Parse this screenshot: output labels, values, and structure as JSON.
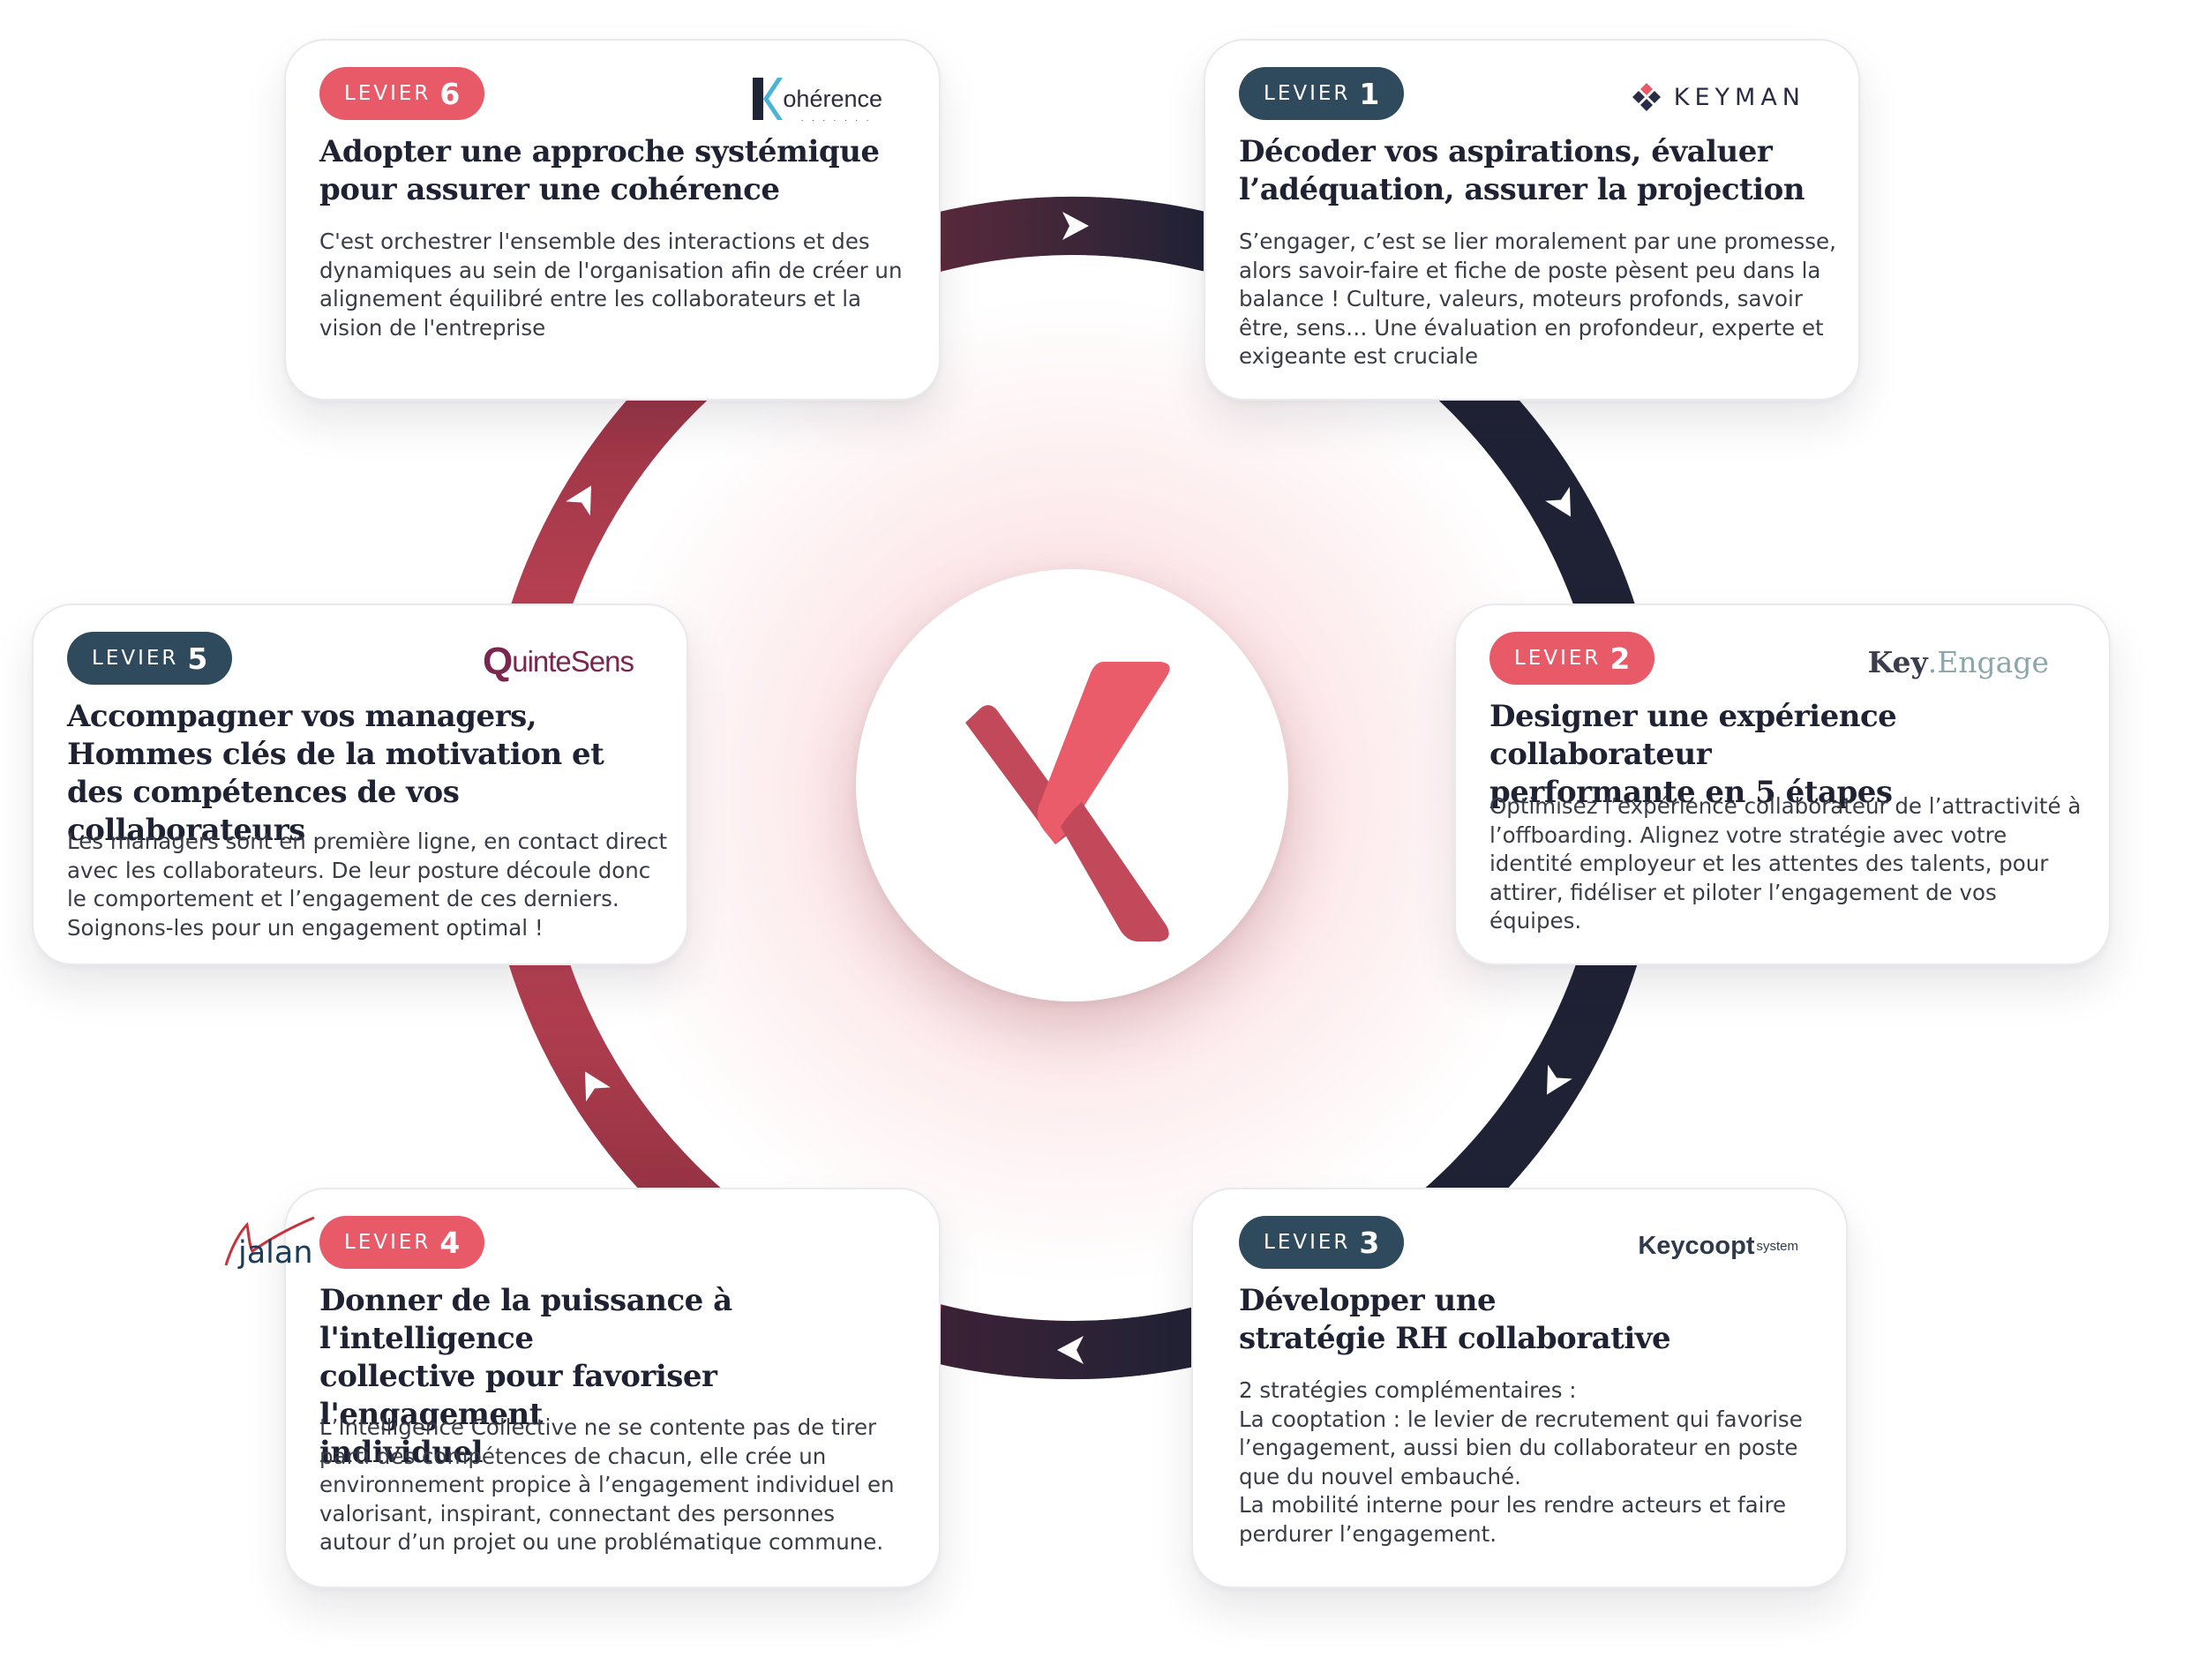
{
  "colors": {
    "accent_red": "#e85a68",
    "navy": "#2e4a5c",
    "ring_dark": "#1f2235",
    "ring_red": "#c43b4d"
  },
  "center_logo": "keyman-k-monogram",
  "levers": [
    {
      "id": "levier-1",
      "badge_label": "LEVIER",
      "badge_number": "1",
      "badge_color": "navy",
      "logo_text": "KEYMAN",
      "title": "Décoder vos aspirations, évaluer\nl’adéquation, assurer la projection",
      "description": "S’engager, c’est se lier moralement par une promesse,\nalors savoir-faire et fiche de poste pèsent peu dans la\nbalance ! Culture, valeurs, moteurs profonds, savoir\nêtre, sens… Une évaluation en profondeur, experte et\nexigeante est cruciale"
    },
    {
      "id": "levier-2",
      "badge_label": "LEVIER",
      "badge_number": "2",
      "badge_color": "red",
      "logo_text_1": "Key",
      "logo_text_2": ".Engage",
      "title": "Designer une expérience collaborateur\nperformante en 5 étapes",
      "description": "Optimisez l’expérience collaborateur de l’attractivité à\nl’offboarding. Alignez votre stratégie avec votre\nidentité employeur et les attentes des talents, pour\nattirer, fidéliser et piloter l’engagement de vos\néquipes."
    },
    {
      "id": "levier-3",
      "badge_label": "LEVIER",
      "badge_number": "3",
      "badge_color": "navy",
      "logo_text": "Keycoopt",
      "logo_sup": "system",
      "title": "Développer une\nstratégie RH collaborative",
      "description": "2 stratégies complémentaires :\nLa cooptation : le levier de recrutement qui favorise\nl’engagement, aussi bien du collaborateur en poste\nque du nouvel embauché.\nLa mobilité interne pour les rendre acteurs et faire\nperdurer l’engagement."
    },
    {
      "id": "levier-4",
      "badge_label": "LEVIER",
      "badge_number": "4",
      "badge_color": "red",
      "logo_text": "jalan",
      "title": "Donner de la puissance à l'intelligence\ncollective pour favoriser l'engagement\nindividuel",
      "description": "L’Intelligence Collective ne se contente pas de tirer\nparti des compétences de chacun, elle crée un\nenvironnement propice à l’engagement individuel en\nvalorisant, inspirant, connectant des personnes\nautour d’un projet ou une problématique commune."
    },
    {
      "id": "levier-5",
      "badge_label": "LEVIER",
      "badge_number": "5",
      "badge_color": "navy",
      "logo_text_1": "Q",
      "logo_text_2": "uinteSens",
      "title": "Accompagner vos managers,\nHommes clés de la motivation et\ndes compétences de vos collaborateurs",
      "description": "Les managers sont en première ligne, en contact direct\navec les collaborateurs. De leur posture découle donc\nle comportement et l’engagement de ces derniers.\nSoignons-les pour un engagement optimal !"
    },
    {
      "id": "levier-6",
      "badge_label": "LEVIER",
      "badge_number": "6",
      "badge_color": "red",
      "logo_text": "ohérence",
      "title": "Adopter une approche systémique\npour assurer une cohérence",
      "description": "C'est orchestrer l'ensemble des interactions et des\ndynamiques au sein de l'organisation afin de créer un\nalignement équilibré entre les collaborateurs et la\nvision de l'entreprise"
    }
  ]
}
